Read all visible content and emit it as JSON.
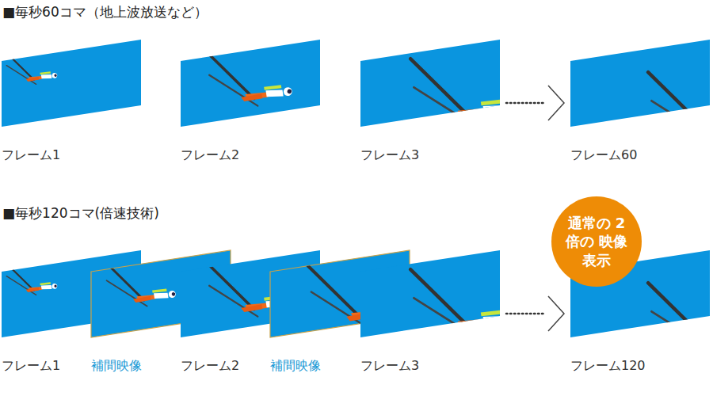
{
  "diagram": {
    "nodes": [
      {
        "text": [
          "フレーム1"
        ]
      },
      {
        "text": [
          "フレーム2"
        ]
      },
      {
        "text": [
          "フレーム3"
        ]
      },
      {
        "text": [
          "フレーム60"
        ]
      },
      {
        "text": [
          "フレーム1"
        ]
      },
      {
        "text": [
          "補間映像"
        ]
      },
      {
        "text": [
          "フレーム2"
        ]
      },
      {
        "text": [
          "補間映像"
        ]
      },
      {
        "text": [
          "フレーム3"
        ]
      },
      {
        "text": [
          "フレーム120"
        ]
      },
      {
        "text": [
          "通常の 2倍の 映像表示"
        ]
      }
    ],
    "edges": [
      {
        "from": 2,
        "to": 3,
        "arrow": "to"
      },
      {
        "from": 8,
        "to": 9,
        "arrow": "to"
      }
    ],
    "labels": [
      "■毎秒60コマ（地上波放送など）",
      "■毎秒120コマ(倍速技術)"
    ]
  }
}
